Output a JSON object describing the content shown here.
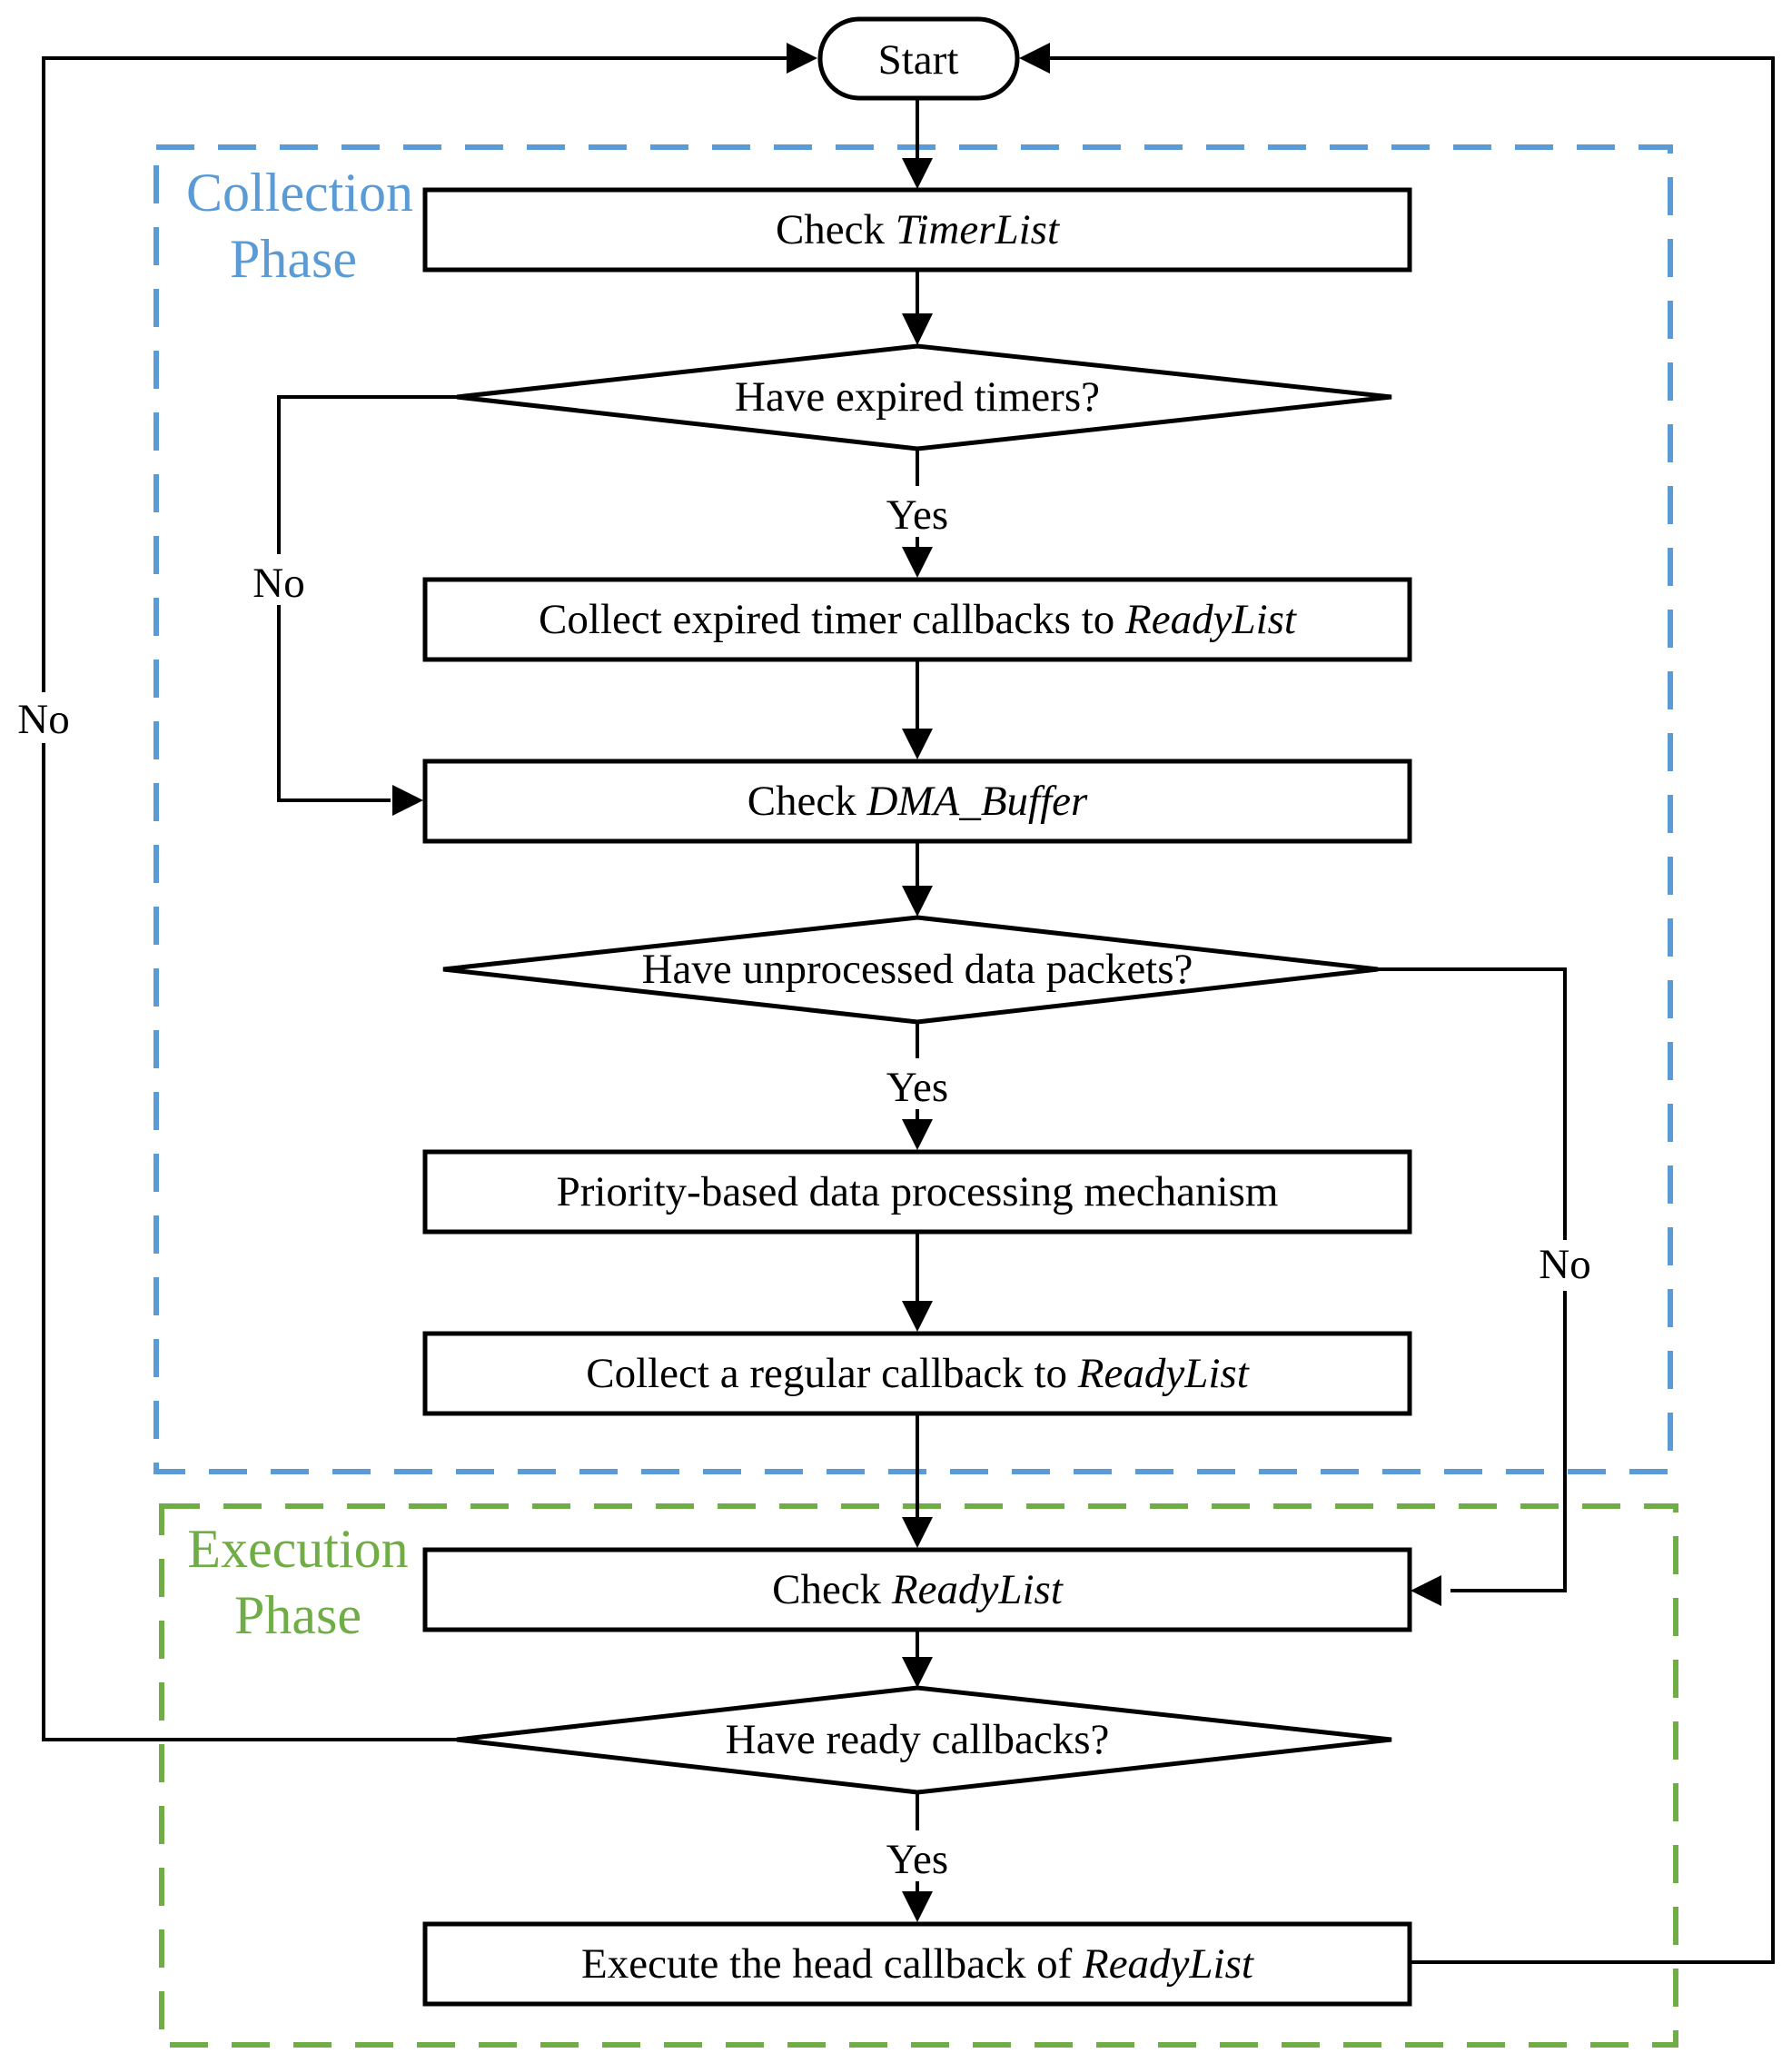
{
  "colors": {
    "collection": "#5b9bd5",
    "execution": "#70ad47",
    "stroke": "#000000"
  },
  "phases": {
    "collection": {
      "line1": "Collection",
      "line2": "Phase"
    },
    "execution": {
      "line1": "Execution",
      "line2": "Phase"
    }
  },
  "nodes": {
    "start": {
      "text": "Start"
    },
    "check_timerlist": {
      "plain": "Check ",
      "italic": "TimerList"
    },
    "have_expired_timers": {
      "text": "Have expired timers?"
    },
    "collect_expired": {
      "plain": "Collect expired timer callbacks to ",
      "italic": "ReadyList"
    },
    "check_dma": {
      "plain": "Check ",
      "italic": "DMA_Buffer"
    },
    "have_unprocessed": {
      "text": "Have unprocessed data packets?"
    },
    "priority_processing": {
      "text": "Priority-based data processing mechanism"
    },
    "collect_regular": {
      "plain": "Collect a regular callback to ",
      "italic": "ReadyList"
    },
    "check_readylist": {
      "plain": "Check ",
      "italic": "ReadyList"
    },
    "have_ready": {
      "text": "Have ready callbacks?"
    },
    "execute_head": {
      "plain": "Execute the head callback of ",
      "italic": "ReadyList"
    }
  },
  "edge_labels": {
    "yes_timers": "Yes",
    "no_timers": "No",
    "yes_packets": "Yes",
    "no_packets": "No",
    "yes_ready": "Yes",
    "no_ready": "No"
  }
}
